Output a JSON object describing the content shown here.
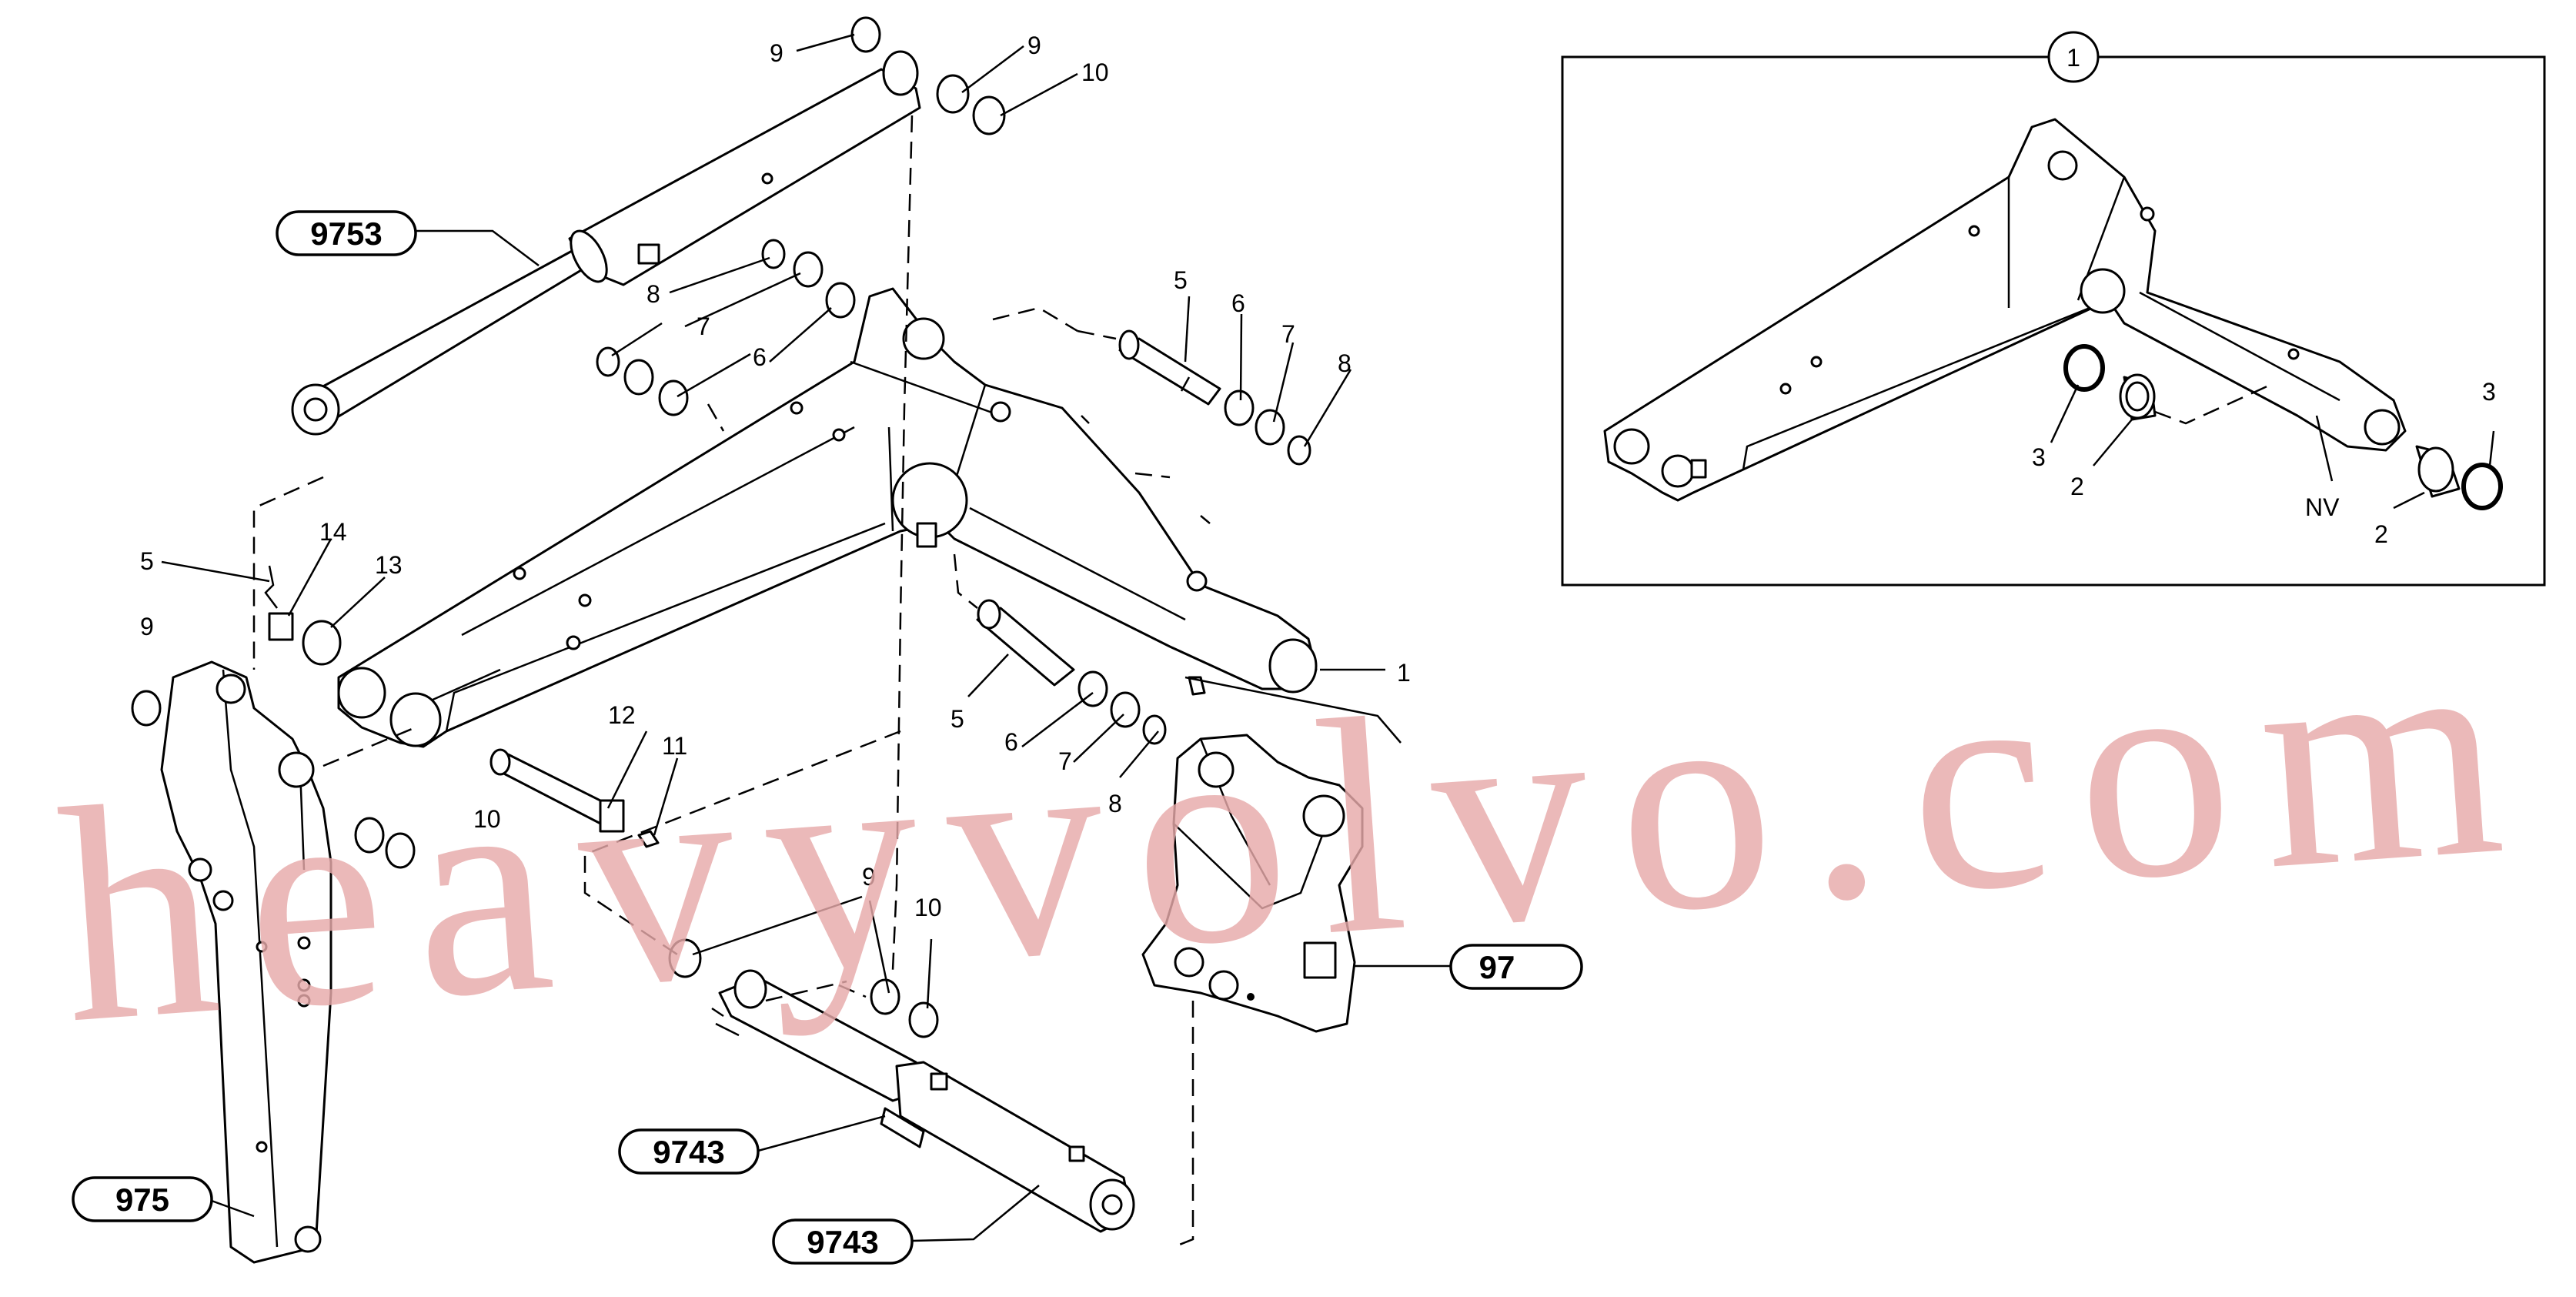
{
  "diagram": {
    "ref_labels": {
      "boom_cylinder": "9753",
      "arm": "975",
      "arm_cylinder_upper": "9743",
      "arm_cylinder_lower": "9743",
      "swing_bracket": "97"
    },
    "callouts": {
      "c9a": "9",
      "c9b": "9",
      "c10a": "10",
      "c8a": "8",
      "c7a": "7",
      "c6a": "6",
      "c5a": "5",
      "c6b": "6",
      "c7b": "7",
      "c8b": "8",
      "c5b": "5",
      "c14": "14",
      "c13": "13",
      "c9c": "9",
      "c12": "12",
      "c11": "11",
      "c10b": "10",
      "c5c": "5",
      "c6c": "6",
      "c7c": "7",
      "c8c": "8",
      "c1": "1",
      "c9d": "9",
      "c10c": "10"
    },
    "inset": {
      "marker": "1",
      "callouts": {
        "i3a": "3",
        "i2a": "2",
        "inv": "NV",
        "i2b": "2",
        "i3b": "3"
      }
    },
    "watermark": "heavyvolvo.com"
  }
}
